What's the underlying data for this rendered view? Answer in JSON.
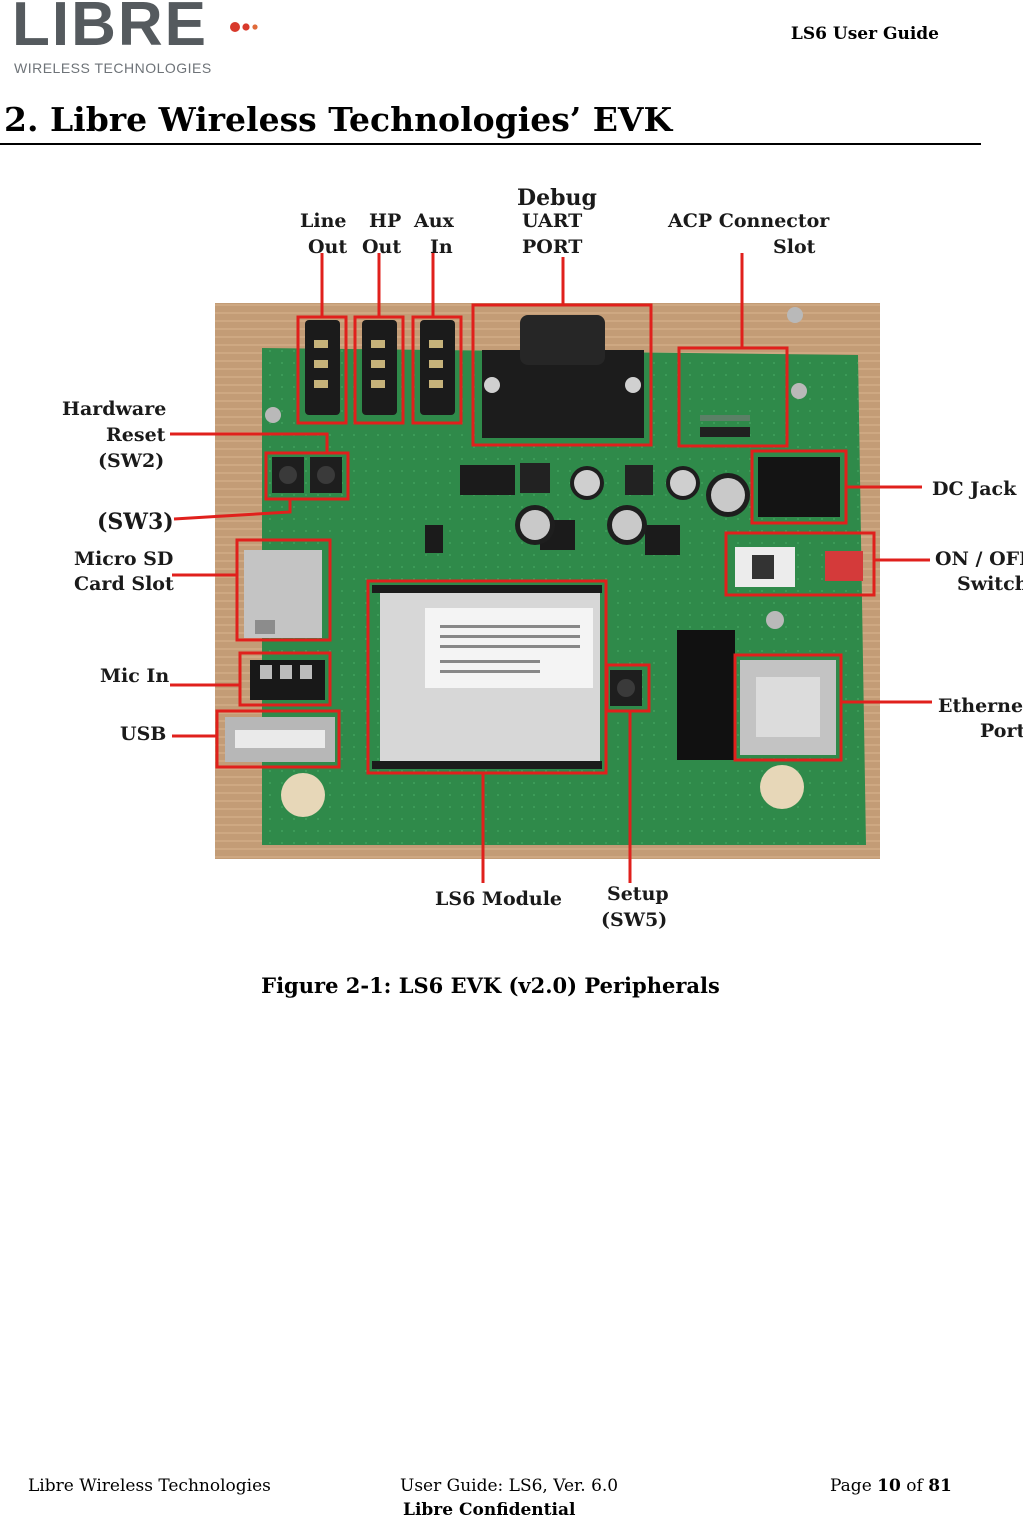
{
  "header": {
    "logo_word": "LIBRE",
    "logo_subtitle": "WIRELESS TECHNOLOGIES",
    "doc_title": "LS6 User Guide"
  },
  "section": {
    "number": "2.",
    "title": "Libre Wireless Technologies’ EVK"
  },
  "figure": {
    "callouts": {
      "line_out_1": "Line",
      "line_out_2": "Out",
      "hp_out_1": "HP",
      "hp_out_2": "Out",
      "aux_in_1": "Aux",
      "aux_in_2": "In",
      "debug": "Debug",
      "uart": "UART",
      "port": "PORT",
      "acp_1": "ACP Connector",
      "acp_2": "Slot",
      "hw_reset_1": "Hardware",
      "hw_reset_2": "Reset",
      "hw_reset_3": "(SW2)",
      "sw3": "(SW3)",
      "microsd_1": "Micro SD",
      "microsd_2": "Card Slot",
      "mic_in": "Mic In",
      "usb": "USB",
      "dc_jack": "DC Jack",
      "onoff_1": "ON / OFF",
      "onoff_2": "Switch",
      "ethernet_1": "Ethernet",
      "ethernet_2": "Port",
      "ls6_module": "LS6 Module",
      "setup_1": "Setup",
      "setup_2": "(SW5)"
    },
    "caption": "Figure 2-1: LS6 EVK (v2.0) Peripherals"
  },
  "footer": {
    "company": "Libre Wireless Technologies",
    "guide": "User Guide: LS6, Ver. 6.0",
    "page_prefix": "Page ",
    "page_current": "10",
    "page_of": " of ",
    "page_total": "81",
    "confidential": "Libre Confidential"
  },
  "colors": {
    "callout_red": "#e0201c",
    "pcb_green": "#2f8a4a",
    "wood": "#c8a07a",
    "logo_gray": "#555a5e",
    "logo_red": "#d8392b"
  }
}
